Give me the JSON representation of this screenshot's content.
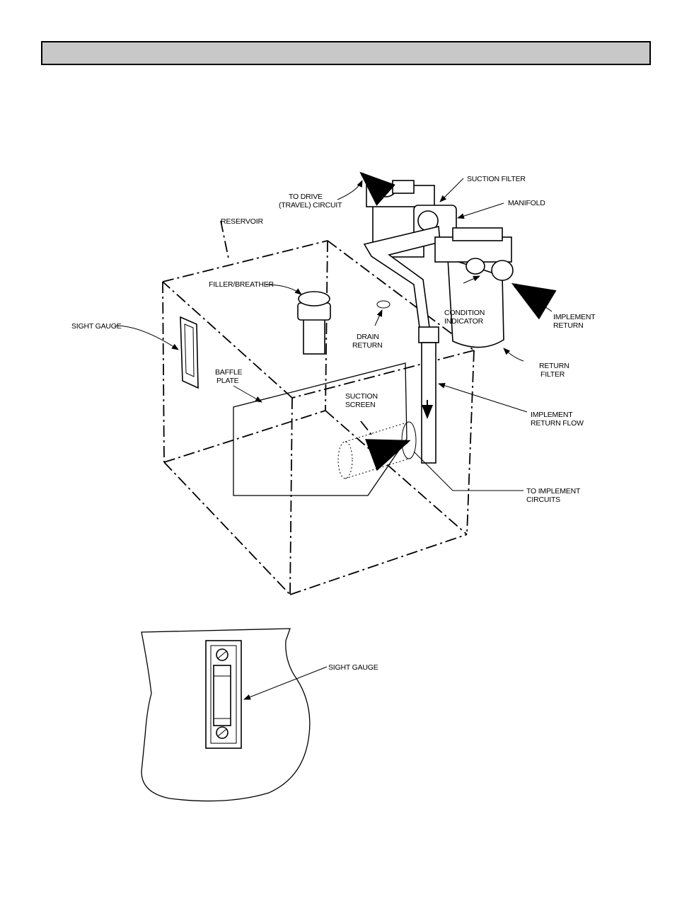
{
  "labels": {
    "to_drive": [
      "TO DRIVE",
      "(TRAVEL) CIRCUIT"
    ],
    "suction_filter": "SUCTION FILTER",
    "manifold": "MANIFOLD",
    "reservoir": "RESERVOIR",
    "filler_breather": "FILLER/BREATHER",
    "sight_gauge": "SIGHT GAUGE",
    "condition_indicator": [
      "CONDITION",
      "INDICATOR"
    ],
    "implement_return": [
      "IMPLEMENT",
      "RETURN"
    ],
    "drain_return": [
      "DRAIN",
      "RETURN"
    ],
    "return_filter": [
      "RETURN",
      "FILTER"
    ],
    "baffle_plate": [
      "BAFFLE",
      "PLATE"
    ],
    "suction_screen": [
      "SUCTION",
      "SCREEN"
    ],
    "implement_return_flow": [
      "IMPLEMENT",
      "RETURN FLOW"
    ],
    "to_implement_circuits": [
      "TO IMPLEMENT",
      "CIRCUITS"
    ],
    "detail_sight_gauge": "SIGHT GAUGE"
  }
}
